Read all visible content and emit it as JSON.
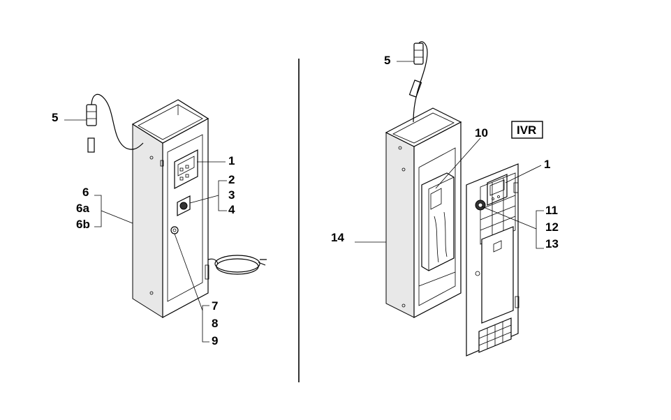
{
  "labels": {
    "left": {
      "l5": "5",
      "l1": "1",
      "l2": "2",
      "l3": "3",
      "l4": "4",
      "l6": "6",
      "l6a": "6a",
      "l6b": "6b",
      "l7": "7",
      "l8": "8",
      "l9": "9"
    },
    "right": {
      "r5": "5",
      "r10": "10",
      "r1": "1",
      "r11": "11",
      "r12": "12",
      "r13": "13",
      "r14": "14",
      "ivr": "IVR"
    }
  }
}
